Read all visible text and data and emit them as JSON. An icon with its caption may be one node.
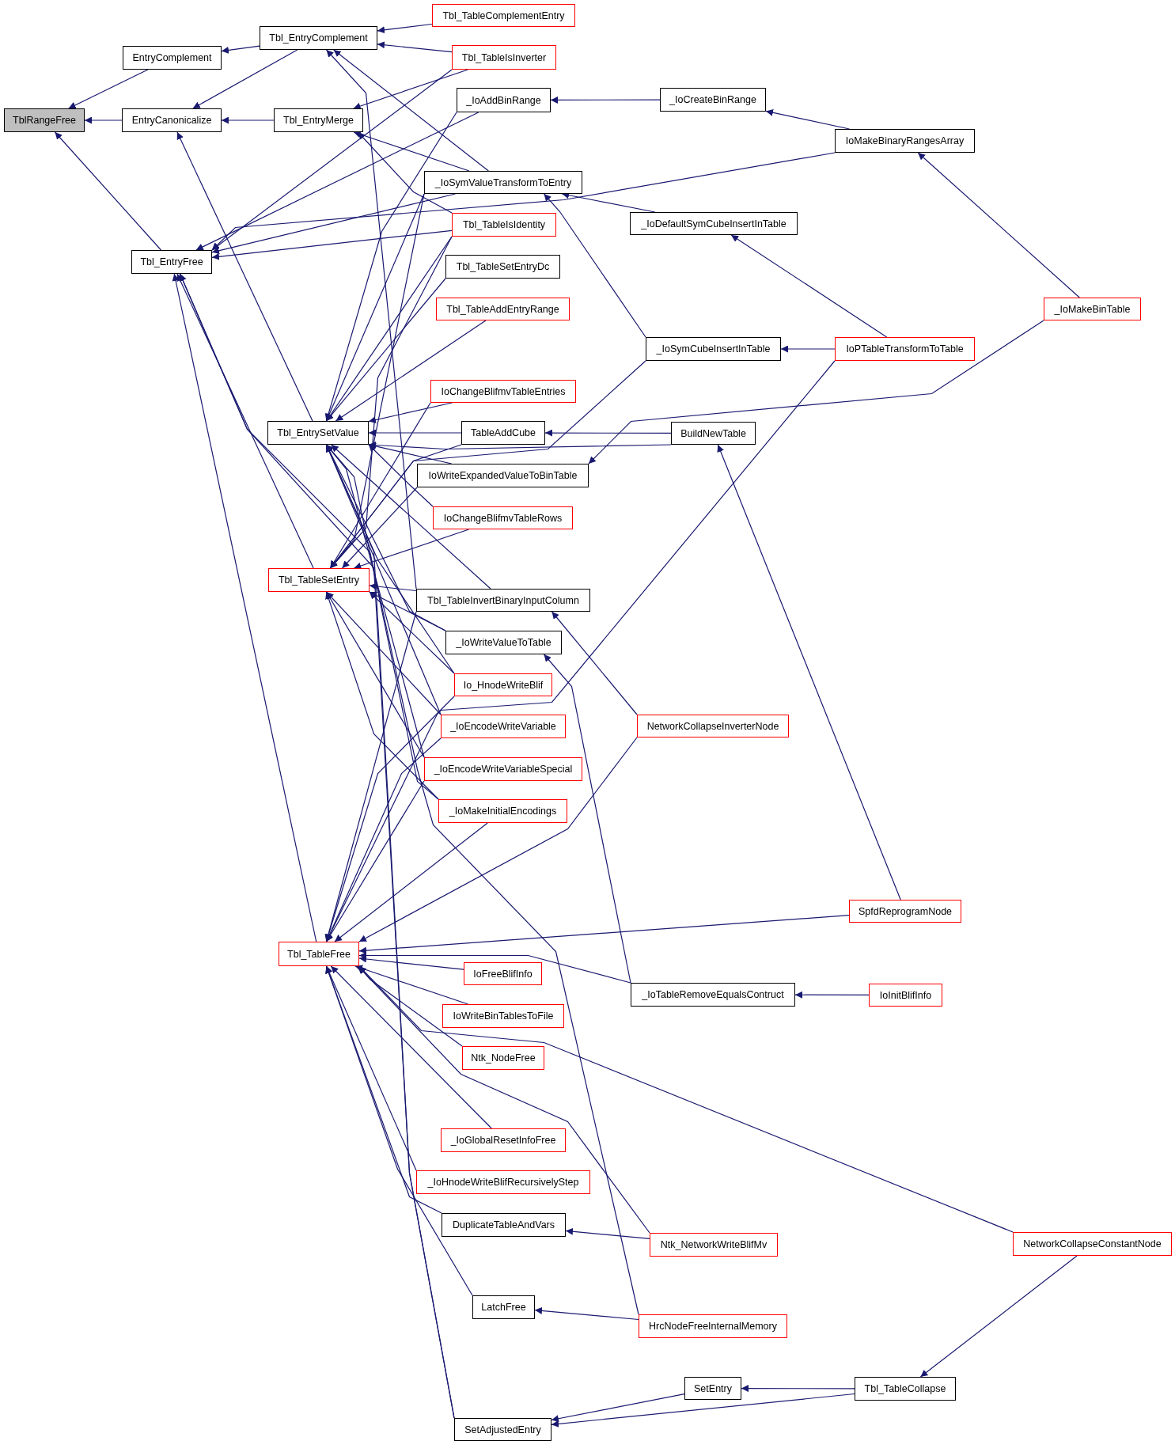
{
  "diagram": {
    "nodes": [
      {
        "text": [
          "TblRangeFree"
        ]
      },
      {
        "text": [
          "EntryComplement"
        ]
      },
      {
        "text": [
          "EntryCanonicalize"
        ]
      },
      {
        "text": [
          "Tbl_EntryFree"
        ]
      },
      {
        "text": [
          "Tbl_EntryComplement"
        ]
      },
      {
        "text": [
          "Tbl_EntryMerge"
        ]
      },
      {
        "text": [
          "Tbl_EntrySetValue"
        ]
      },
      {
        "text": [
          "Tbl_TableSetEntry"
        ]
      },
      {
        "text": [
          "Tbl_TableFree"
        ]
      },
      {
        "text": [
          "SetAdjustedEntry"
        ]
      },
      {
        "text": [
          "Tbl_TableComplementEntry"
        ]
      },
      {
        "text": [
          "Tbl_TableIsInverter"
        ]
      },
      {
        "text": [
          "_IoAddBinRange"
        ]
      },
      {
        "text": [
          "_IoSymValueTransformToEntry"
        ]
      },
      {
        "text": [
          "Tbl_TableIsIdentity"
        ]
      },
      {
        "text": [
          "Tbl_TableSetEntryDc"
        ]
      },
      {
        "text": [
          "Tbl_TableAddEntryRange"
        ]
      },
      {
        "text": [
          "IoChangeBlifmvTableEntries"
        ]
      },
      {
        "text": [
          "TableAddCube"
        ]
      },
      {
        "text": [
          "IoWriteExpandedValueToBinTable"
        ]
      },
      {
        "text": [
          "IoChangeBlifmvTableRows"
        ]
      },
      {
        "text": [
          "Tbl_TableInvertBinaryInputColumn"
        ]
      },
      {
        "text": [
          "_IoWriteValueToTable"
        ]
      },
      {
        "text": [
          "Io_HnodeWriteBlif"
        ]
      },
      {
        "text": [
          "_IoEncodeWriteVariable"
        ]
      },
      {
        "text": [
          "_IoEncodeWriteVariableSpecial"
        ]
      },
      {
        "text": [
          "_IoMakeInitialEncodings"
        ]
      },
      {
        "text": [
          "IoFreeBlifInfo"
        ]
      },
      {
        "text": [
          "IoWriteBinTablesToFile"
        ]
      },
      {
        "text": [
          "Ntk_NodeFree"
        ]
      },
      {
        "text": [
          "_IoGlobalResetInfoFree"
        ]
      },
      {
        "text": [
          "_IoHnodeWriteBlifRecursivelyStep"
        ]
      },
      {
        "text": [
          "DuplicateTableAndVars"
        ]
      },
      {
        "text": [
          "LatchFree"
        ]
      },
      {
        "text": [
          "SetEntry"
        ]
      },
      {
        "text": [
          "_IoCreateBinRange"
        ]
      },
      {
        "text": [
          "IoMakeBinaryRangesArray"
        ]
      },
      {
        "text": [
          "_IoDefaultSymCubeInsertInTable"
        ]
      },
      {
        "text": [
          "_IoSymCubeInsertInTable"
        ]
      },
      {
        "text": [
          "BuildNewTable"
        ]
      },
      {
        "text": [
          "NetworkCollapseInverterNode"
        ]
      },
      {
        "text": [
          "_IoTableRemoveEqualsContruct"
        ]
      },
      {
        "text": [
          "Ntk_NetworkWriteBlifMv"
        ]
      },
      {
        "text": [
          "HrcNodeFreeInternalMemory"
        ]
      },
      {
        "text": [
          "Tbl_TableCollapse"
        ]
      },
      {
        "text": [
          "IoPTableTransformToTable"
        ]
      },
      {
        "text": [
          "_IoMakeBinTable"
        ]
      },
      {
        "text": [
          "SpfdReprogramNode"
        ]
      },
      {
        "text": [
          "IoInitBlifInfo"
        ]
      },
      {
        "text": [
          "NetworkCollapseConstantNode"
        ]
      }
    ],
    "edges": [
      {
        "from": 1,
        "to": 0,
        "arrow": "to"
      },
      {
        "from": 2,
        "to": 0,
        "arrow": "to"
      },
      {
        "from": 3,
        "to": 0,
        "arrow": "to"
      },
      {
        "from": 4,
        "to": 1,
        "arrow": "to"
      },
      {
        "from": 4,
        "to": 2,
        "arrow": "to"
      },
      {
        "from": 5,
        "to": 2,
        "arrow": "to"
      },
      {
        "from": 6,
        "to": 2,
        "arrow": "to"
      },
      {
        "from": 7,
        "to": 3,
        "arrow": "to"
      },
      {
        "from": 8,
        "to": 3,
        "arrow": "to"
      },
      {
        "from": 9,
        "to": 3,
        "arrow": "to"
      },
      {
        "from": 11,
        "to": 3,
        "arrow": "to"
      },
      {
        "from": 12,
        "to": 3,
        "arrow": "to"
      },
      {
        "from": 36,
        "to": 3,
        "arrow": "to"
      },
      {
        "from": 13,
        "to": 3,
        "arrow": "to"
      },
      {
        "from": 14,
        "to": 3,
        "arrow": "to"
      },
      {
        "from": 43,
        "to": 3,
        "arrow": "to"
      },
      {
        "from": 10,
        "to": 4,
        "arrow": "to"
      },
      {
        "from": 11,
        "to": 4,
        "arrow": "to"
      },
      {
        "from": 13,
        "to": 4,
        "arrow": "to"
      },
      {
        "from": 21,
        "to": 4,
        "arrow": "to"
      },
      {
        "from": 11,
        "to": 5,
        "arrow": "to"
      },
      {
        "from": 13,
        "to": 5,
        "arrow": "to"
      },
      {
        "from": 14,
        "to": 5,
        "arrow": "to"
      },
      {
        "from": 12,
        "to": 6,
        "arrow": "to"
      },
      {
        "from": 13,
        "to": 6,
        "arrow": "to"
      },
      {
        "from": 14,
        "to": 6,
        "arrow": "to"
      },
      {
        "from": 15,
        "to": 6,
        "arrow": "to"
      },
      {
        "from": 16,
        "to": 6,
        "arrow": "to"
      },
      {
        "from": 39,
        "to": 6,
        "arrow": "to"
      },
      {
        "from": 17,
        "to": 6,
        "arrow": "to"
      },
      {
        "from": 18,
        "to": 6,
        "arrow": "to"
      },
      {
        "from": 19,
        "to": 6,
        "arrow": "to"
      },
      {
        "from": 20,
        "to": 6,
        "arrow": "to"
      },
      {
        "from": 21,
        "to": 6,
        "arrow": "to"
      },
      {
        "from": 22,
        "to": 6,
        "arrow": "to"
      },
      {
        "from": 23,
        "to": 6,
        "arrow": "to"
      },
      {
        "from": 24,
        "to": 6,
        "arrow": "to"
      },
      {
        "from": 25,
        "to": 6,
        "arrow": "to"
      },
      {
        "from": 26,
        "to": 6,
        "arrow": "to"
      },
      {
        "from": 9,
        "to": 6,
        "arrow": "to"
      },
      {
        "from": 13,
        "to": 7,
        "arrow": "to"
      },
      {
        "from": 14,
        "to": 7,
        "arrow": "to"
      },
      {
        "from": 17,
        "to": 7,
        "arrow": "to"
      },
      {
        "from": 18,
        "to": 7,
        "arrow": "to"
      },
      {
        "from": 19,
        "to": 7,
        "arrow": "to"
      },
      {
        "from": 20,
        "to": 7,
        "arrow": "to"
      },
      {
        "from": 38,
        "to": 7,
        "arrow": "to"
      },
      {
        "from": 21,
        "to": 7,
        "arrow": "to"
      },
      {
        "from": 22,
        "to": 7,
        "arrow": "to"
      },
      {
        "from": 23,
        "to": 7,
        "arrow": "to"
      },
      {
        "from": 24,
        "to": 7,
        "arrow": "to"
      },
      {
        "from": 25,
        "to": 7,
        "arrow": "to"
      },
      {
        "from": 26,
        "to": 7,
        "arrow": "to"
      },
      {
        "from": 21,
        "to": 8,
        "arrow": "to"
      },
      {
        "from": 23,
        "to": 8,
        "arrow": "to"
      },
      {
        "from": 24,
        "to": 8,
        "arrow": "to"
      },
      {
        "from": 25,
        "to": 8,
        "arrow": "to"
      },
      {
        "from": 26,
        "to": 8,
        "arrow": "to"
      },
      {
        "from": 40,
        "to": 8,
        "arrow": "to"
      },
      {
        "from": 45,
        "to": 8,
        "arrow": "to"
      },
      {
        "from": 47,
        "to": 8,
        "arrow": "to"
      },
      {
        "from": 27,
        "to": 8,
        "arrow": "to"
      },
      {
        "from": 28,
        "to": 8,
        "arrow": "to"
      },
      {
        "from": 29,
        "to": 8,
        "arrow": "to"
      },
      {
        "from": 49,
        "to": 8,
        "arrow": "to"
      },
      {
        "from": 30,
        "to": 8,
        "arrow": "to"
      },
      {
        "from": 31,
        "to": 8,
        "arrow": "to"
      },
      {
        "from": 32,
        "to": 8,
        "arrow": "to"
      },
      {
        "from": 42,
        "to": 8,
        "arrow": "to"
      },
      {
        "from": 33,
        "to": 8,
        "arrow": "to"
      },
      {
        "from": 41,
        "to": 8,
        "arrow": "to"
      },
      {
        "from": 35,
        "to": 12,
        "arrow": "to"
      },
      {
        "from": 36,
        "to": 35,
        "arrow": "to"
      },
      {
        "from": 46,
        "to": 36,
        "arrow": "to"
      },
      {
        "from": 37,
        "to": 13,
        "arrow": "to"
      },
      {
        "from": 38,
        "to": 13,
        "arrow": "to"
      },
      {
        "from": 45,
        "to": 37,
        "arrow": "to"
      },
      {
        "from": 45,
        "to": 38,
        "arrow": "to"
      },
      {
        "from": 39,
        "to": 18,
        "arrow": "to"
      },
      {
        "from": 47,
        "to": 39,
        "arrow": "to"
      },
      {
        "from": 46,
        "to": 19,
        "arrow": "to"
      },
      {
        "from": 40,
        "to": 21,
        "arrow": "to"
      },
      {
        "from": 41,
        "to": 22,
        "arrow": "to"
      },
      {
        "from": 48,
        "to": 41,
        "arrow": "to"
      },
      {
        "from": 42,
        "to": 32,
        "arrow": "to"
      },
      {
        "from": 43,
        "to": 33,
        "arrow": "to"
      },
      {
        "from": 34,
        "to": 9,
        "arrow": "to"
      },
      {
        "from": 44,
        "to": 9,
        "arrow": "to"
      },
      {
        "from": 44,
        "to": 34,
        "arrow": "to"
      },
      {
        "from": 49,
        "to": 44,
        "arrow": "to"
      }
    ]
  }
}
